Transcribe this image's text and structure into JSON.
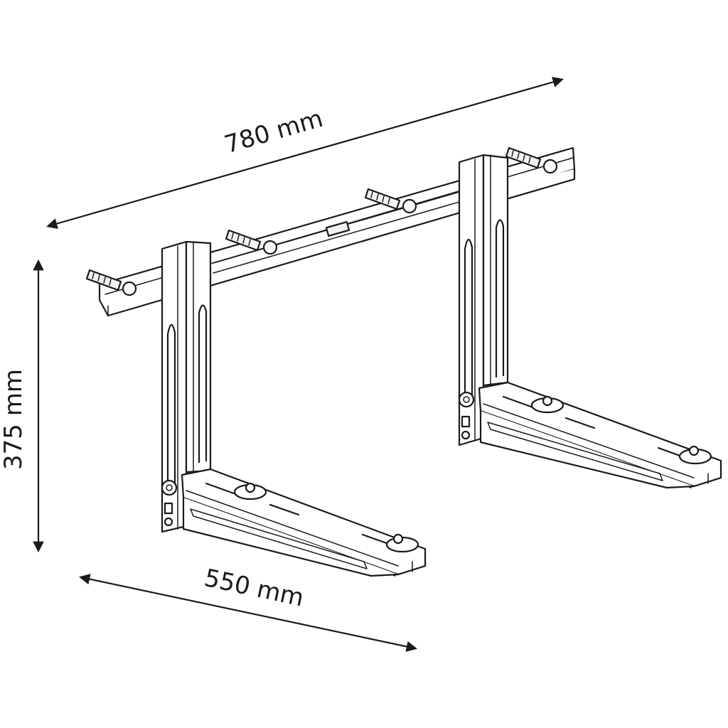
{
  "dimensions": {
    "width": "780 mm",
    "height": "375 mm",
    "depth": "550 mm"
  },
  "colors": {
    "line": "#1a1a1a",
    "background": "#ffffff"
  }
}
